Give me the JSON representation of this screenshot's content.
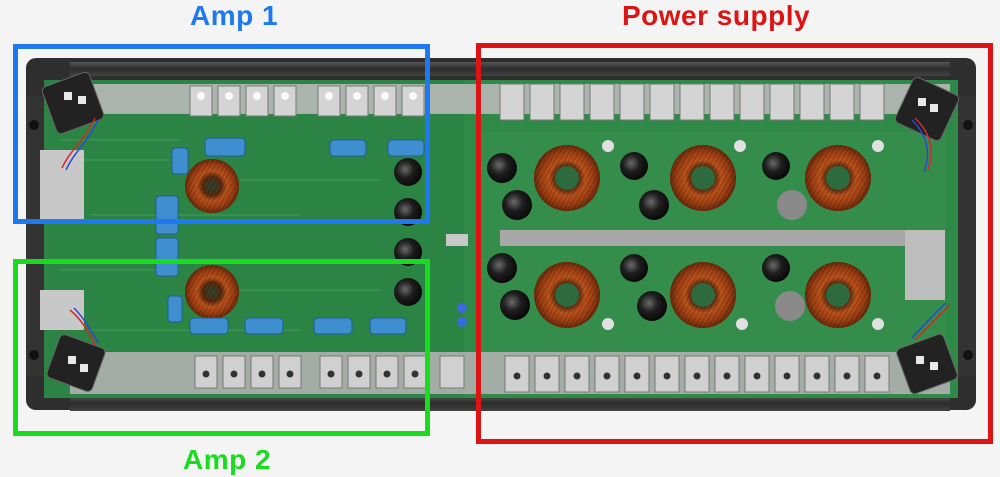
{
  "labels": {
    "amp1": "Amp 1",
    "amp2": "Amp 2",
    "power_supply": "Power supply"
  },
  "colors": {
    "amp1": "#1e78f0",
    "amp2": "#19dc1e",
    "power_supply": "#dc1414",
    "pcb": "#2a8a4a",
    "heatsink": "#3a3a3a"
  }
}
